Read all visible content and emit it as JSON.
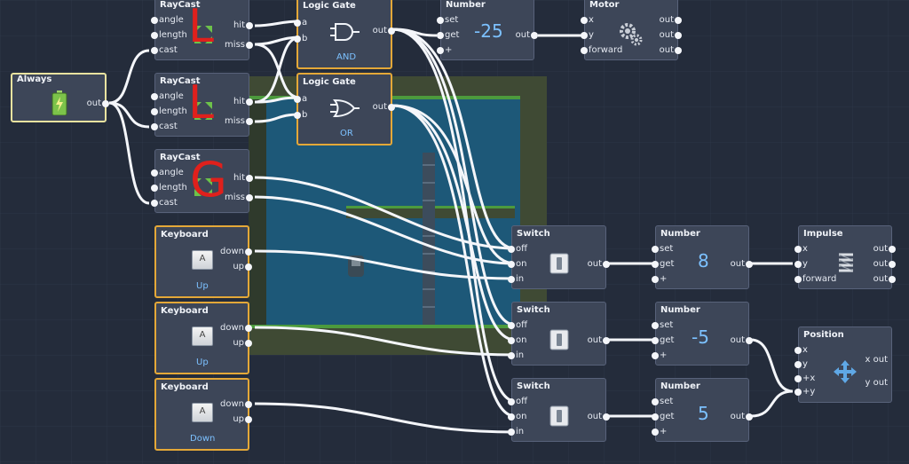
{
  "colors": {
    "background": "#242c3b",
    "node_bg": "#3d4658",
    "selected_border": "#e4a838",
    "value_blue": "#7cc1ff",
    "wire": "#f4f6fa",
    "annotation_red": "#e0201c"
  },
  "always": {
    "title": "Always",
    "out": "out",
    "icon": "battery-icon"
  },
  "raycasts": [
    {
      "title": "RayCast",
      "angle": "angle",
      "length": "length",
      "cast": "cast",
      "hit": "hit",
      "miss": "miss",
      "annotation": "L"
    },
    {
      "title": "RayCast",
      "angle": "angle",
      "length": "length",
      "cast": "cast",
      "hit": "hit",
      "miss": "miss",
      "annotation": "L"
    },
    {
      "title": "RayCast",
      "angle": "angle",
      "length": "length",
      "cast": "cast",
      "hit": "hit",
      "miss": "miss",
      "annotation": "G"
    }
  ],
  "gates": [
    {
      "title": "Logic Gate",
      "a": "a",
      "b": "b",
      "out": "out",
      "mode": "AND",
      "icon": "and-gate-icon"
    },
    {
      "title": "Logic Gate",
      "a": "a",
      "b": "b",
      "out": "out",
      "mode": "OR",
      "icon": "or-gate-icon"
    }
  ],
  "number_top": {
    "title": "Number",
    "set": "set",
    "get": "get",
    "plus": "+",
    "out": "out",
    "value": "-25"
  },
  "motor": {
    "title": "Motor",
    "x": "x",
    "y": "y",
    "forward": "forward",
    "out1": "out",
    "out2": "out",
    "out3": "out",
    "icon": "gears-icon"
  },
  "keyboards": [
    {
      "title": "Keyboard",
      "key": "A",
      "down": "down",
      "up": "up",
      "label": "Up"
    },
    {
      "title": "Keyboard",
      "key": "A",
      "down": "down",
      "up": "up",
      "label": "Up"
    },
    {
      "title": "Keyboard",
      "key": "A",
      "down": "down",
      "up": "up",
      "label": "Down"
    }
  ],
  "switches": [
    {
      "title": "Switch",
      "off": "off",
      "on": "on",
      "in": "in",
      "out": "out"
    },
    {
      "title": "Switch",
      "off": "off",
      "on": "on",
      "in": "in",
      "out": "out"
    },
    {
      "title": "Switch",
      "off": "off",
      "on": "on",
      "in": "in",
      "out": "out"
    }
  ],
  "numbers": [
    {
      "title": "Number",
      "set": "set",
      "get": "get",
      "plus": "+",
      "out": "out",
      "value": "8"
    },
    {
      "title": "Number",
      "set": "set",
      "get": "get",
      "plus": "+",
      "out": "out",
      "value": "-5"
    },
    {
      "title": "Number",
      "set": "set",
      "get": "get",
      "plus": "+",
      "out": "out",
      "value": "5"
    }
  ],
  "impulse": {
    "title": "Impulse",
    "x": "x",
    "y": "y",
    "forward": "forward",
    "out1": "out",
    "out2": "out",
    "out3": "out",
    "icon": "spring-icon"
  },
  "position": {
    "title": "Position",
    "x": "x",
    "y": "y",
    "px": "+x",
    "py": "+y",
    "xout": "x out",
    "yout": "y out",
    "icon": "move-arrows-icon"
  }
}
